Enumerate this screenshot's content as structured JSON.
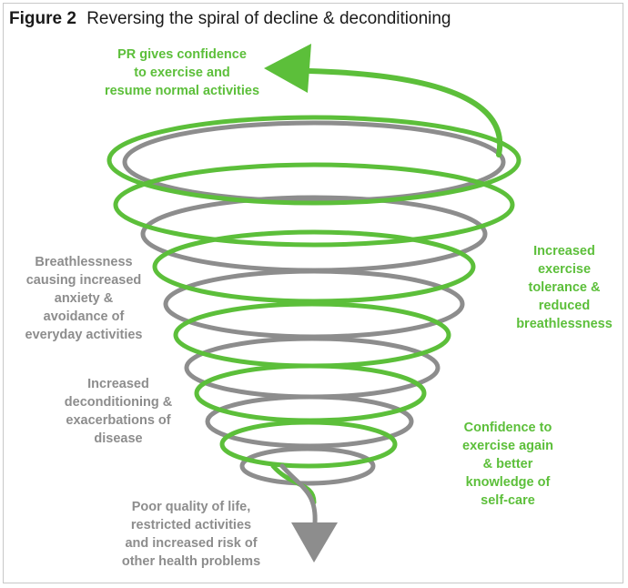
{
  "figure": {
    "number": "Figure 2",
    "title": "Reversing the spiral of decline & deconditioning"
  },
  "colors": {
    "green": "#5cbf3a",
    "grey": "#8d8d8d",
    "title": "#1a1a1a"
  },
  "labels": {
    "pr_confidence": "PR gives confidence\nto exercise and\nresume normal activities",
    "breathlessness": "Breathlessness\ncausing increased\nanxiety &\navoidance of\neveryday activities",
    "deconditioning": "Increased\ndeconditioning &\nexacerbations of\ndisease",
    "poor_quality": "Poor quality of life,\nrestricted activities\nand increased risk of\nother health problems",
    "tolerance": "Increased\nexercise\ntolerance &\nreduced\nbreathlessness",
    "confidence_again": "Confidence to\nexercise again\n& better\nknowledge of\nself-care"
  }
}
